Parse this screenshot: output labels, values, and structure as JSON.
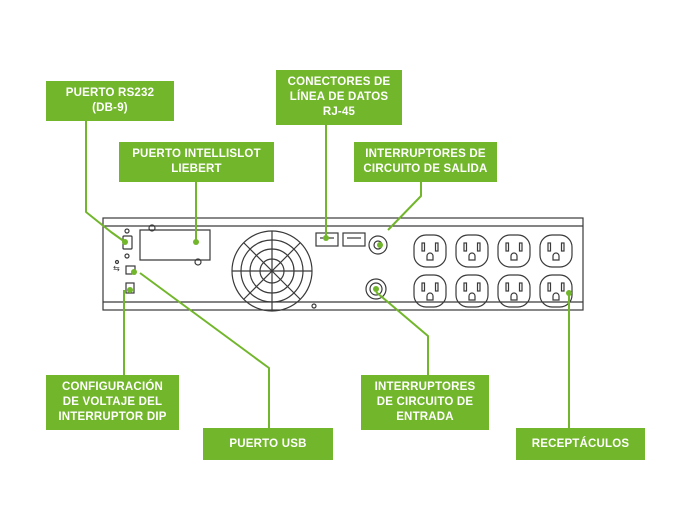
{
  "labels": {
    "rs232": [
      "PUERTO RS232",
      "(DB-9)"
    ],
    "intellislot": [
      "PUERTO INTELLISLOT",
      "LIEBERT"
    ],
    "rj45": [
      "CONECTORES DE",
      "LÍNEA DE DATOS",
      "RJ-45"
    ],
    "output_breakers": [
      "INTERRUPTORES DE",
      "CIRCUITO DE SALIDA"
    ],
    "dip": [
      "CONFIGURACIÓN",
      "DE VOLTAJE DEL",
      "INTERRUPTOR DIP"
    ],
    "usb": [
      "PUERTO USB"
    ],
    "input_breakers": [
      "INTERRUPTORES",
      "DE CIRCUITO DE",
      "ENTRADA"
    ],
    "receptacles": [
      "RECEPTÁCULOS"
    ]
  },
  "colors": {
    "accent": "#72b62b",
    "outline": "#3a3a3a"
  },
  "receptacle_count": 8
}
